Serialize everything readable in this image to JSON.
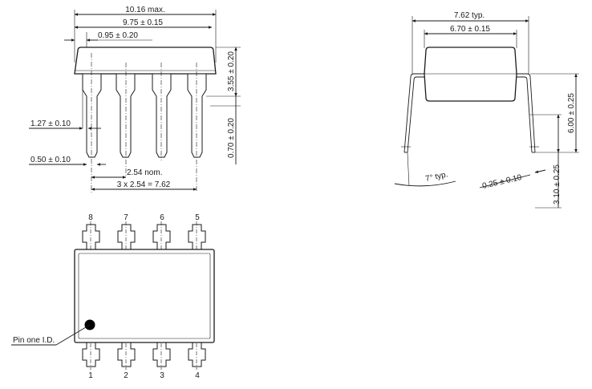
{
  "side_view": {
    "dims": {
      "overall_length": "10.16 max.",
      "body_length": "9.75 ± 0.15",
      "end_offset": "0.95 ± 0.20",
      "body_height": "3.55 ± 0.20",
      "shoulder_width": "1.27 ± 0.10",
      "seating_height": "0.70 ± 0.20",
      "lead_width": "0.50 ± 0.10",
      "pitch": "2.54 nom.",
      "row_span": "3 x 2.54 = 7.62"
    }
  },
  "end_view": {
    "dims": {
      "row_spacing": "7.62 typ.",
      "body_width": "6.70 ± 0.15",
      "total_height": "6.00 ± 0.25",
      "lead_angle": "7° typ.",
      "lead_thickness": "0.25 ± 0.10",
      "lead_length": "3.10 ± 0.25"
    }
  },
  "top_view": {
    "pins_top": [
      "8",
      "7",
      "6",
      "5"
    ],
    "pins_bottom": [
      "1",
      "2",
      "3",
      "4"
    ],
    "pin_one_label": "Pin one I.D."
  }
}
